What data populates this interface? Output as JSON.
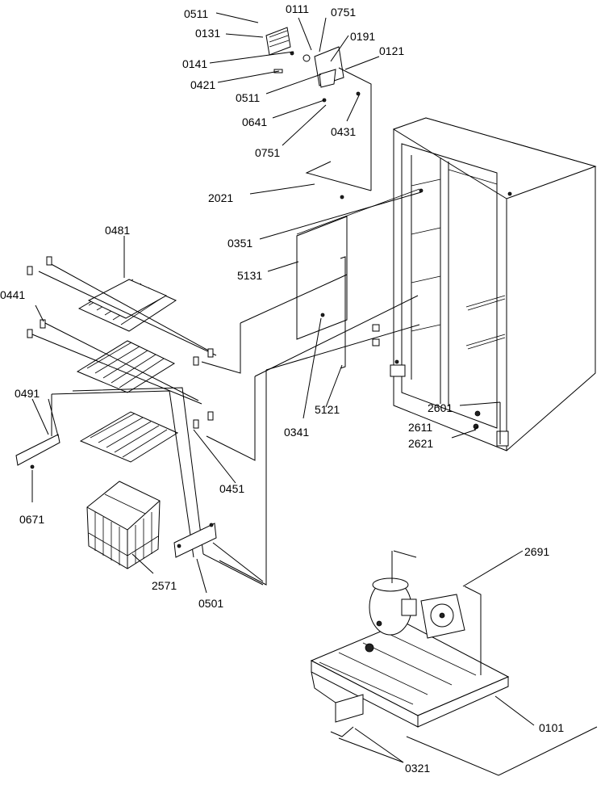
{
  "part_labels": [
    {
      "id": "p0511a",
      "text": "0511"
    },
    {
      "id": "p0111",
      "text": "0111"
    },
    {
      "id": "p0751a",
      "text": "0751"
    },
    {
      "id": "p0131",
      "text": "0131"
    },
    {
      "id": "p0191",
      "text": "0191"
    },
    {
      "id": "p0121",
      "text": "0121"
    },
    {
      "id": "p0141",
      "text": "0141"
    },
    {
      "id": "p0421",
      "text": "0421"
    },
    {
      "id": "p0511b",
      "text": "0511"
    },
    {
      "id": "p0641",
      "text": "0641"
    },
    {
      "id": "p0431",
      "text": "0431"
    },
    {
      "id": "p0751b",
      "text": "0751"
    },
    {
      "id": "p2021",
      "text": "2021"
    },
    {
      "id": "p0481",
      "text": "0481"
    },
    {
      "id": "p0351",
      "text": "0351"
    },
    {
      "id": "p5131",
      "text": "5131"
    },
    {
      "id": "p0441",
      "text": "0441"
    },
    {
      "id": "p0491",
      "text": "0491"
    },
    {
      "id": "p0341",
      "text": "0341"
    },
    {
      "id": "p5121",
      "text": "5121"
    },
    {
      "id": "p2601",
      "text": "2601"
    },
    {
      "id": "p2611",
      "text": "2611"
    },
    {
      "id": "p2621",
      "text": "2621"
    },
    {
      "id": "p0451",
      "text": "0451"
    },
    {
      "id": "p0671",
      "text": "0671"
    },
    {
      "id": "p2571",
      "text": "2571"
    },
    {
      "id": "p0501",
      "text": "0501"
    },
    {
      "id": "p2691",
      "text": "2691"
    },
    {
      "id": "p0101",
      "text": "0101"
    },
    {
      "id": "p0321",
      "text": "0321"
    }
  ]
}
